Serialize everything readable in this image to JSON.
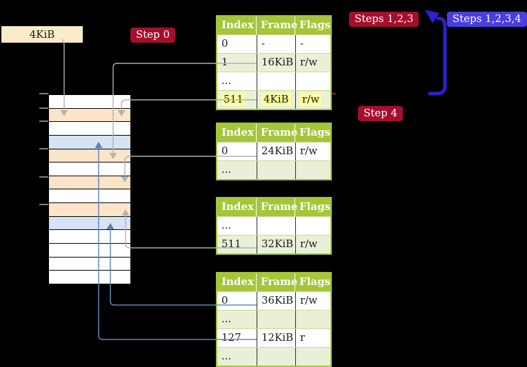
{
  "colors": {
    "table-header": "#a4c639",
    "table-border": "#a4c639",
    "row-green": "#eaf0d8",
    "row-separator": "#c9da8f",
    "highlight-yellow": "#ffff9e",
    "frame-peach": "#fce4c8",
    "frame-blue": "#d6e3f5",
    "page-box-cream": "#faecc9",
    "badge-red": "#a60e2e",
    "badge-blue": "#4b3edf",
    "arrow-blue": "#2c1fd4",
    "connector-gray": "#b0b0b0",
    "connector-steel": "#6487ba"
  },
  "page_size_label": "4KiB",
  "badges": {
    "step0": "Step 0",
    "steps123": "Steps 1,2,3",
    "steps1234": "Steps 1,2,3,4",
    "step4": "Step 4"
  },
  "tables": [
    {
      "name": "page-table-top",
      "headers": [
        "Index",
        "Frame",
        "Flags"
      ],
      "rows": [
        {
          "cells": [
            "0",
            "-",
            "-"
          ],
          "shaded": false,
          "highlight": false
        },
        {
          "cells": [
            "1",
            "16KiB",
            "r/w"
          ],
          "shaded": true,
          "highlight": false
        },
        {
          "cells": [
            "...",
            "",
            ""
          ],
          "shaded": false,
          "highlight": false
        },
        {
          "cells": [
            "511",
            "4KiB",
            "r/w"
          ],
          "shaded": true,
          "highlight": true
        }
      ]
    },
    {
      "name": "page-table-second",
      "headers": [
        "Index",
        "Frame",
        "Flags"
      ],
      "rows": [
        {
          "cells": [
            "0",
            "24KiB",
            "r/w"
          ],
          "shaded": false,
          "highlight": false
        },
        {
          "cells": [
            "...",
            "",
            ""
          ],
          "shaded": true,
          "highlight": false
        }
      ]
    },
    {
      "name": "page-table-third",
      "headers": [
        "Index",
        "Frame",
        "Flags"
      ],
      "rows": [
        {
          "cells": [
            "...",
            "",
            ""
          ],
          "shaded": false,
          "highlight": false
        },
        {
          "cells": [
            "511",
            "32KiB",
            "r/w"
          ],
          "shaded": true,
          "highlight": false
        }
      ]
    },
    {
      "name": "page-table-bottom",
      "headers": [
        "Index",
        "Frame",
        "Flags"
      ],
      "rows": [
        {
          "cells": [
            "0",
            "36KiB",
            "r/w"
          ],
          "shaded": false,
          "highlight": false
        },
        {
          "cells": [
            "...",
            "",
            ""
          ],
          "shaded": true,
          "highlight": false
        },
        {
          "cells": [
            "127",
            "12KiB",
            "r"
          ],
          "shaded": false,
          "highlight": false
        },
        {
          "cells": [
            "...",
            "",
            ""
          ],
          "shaded": true,
          "highlight": false
        }
      ]
    }
  ],
  "memory": {
    "rows": [
      "plain",
      "pagetable",
      "plain",
      "mapped",
      "pagetable",
      "plain",
      "pagetable",
      "plain",
      "pagetable",
      "mapped",
      "plain",
      "plain",
      "plain",
      "plain"
    ]
  }
}
